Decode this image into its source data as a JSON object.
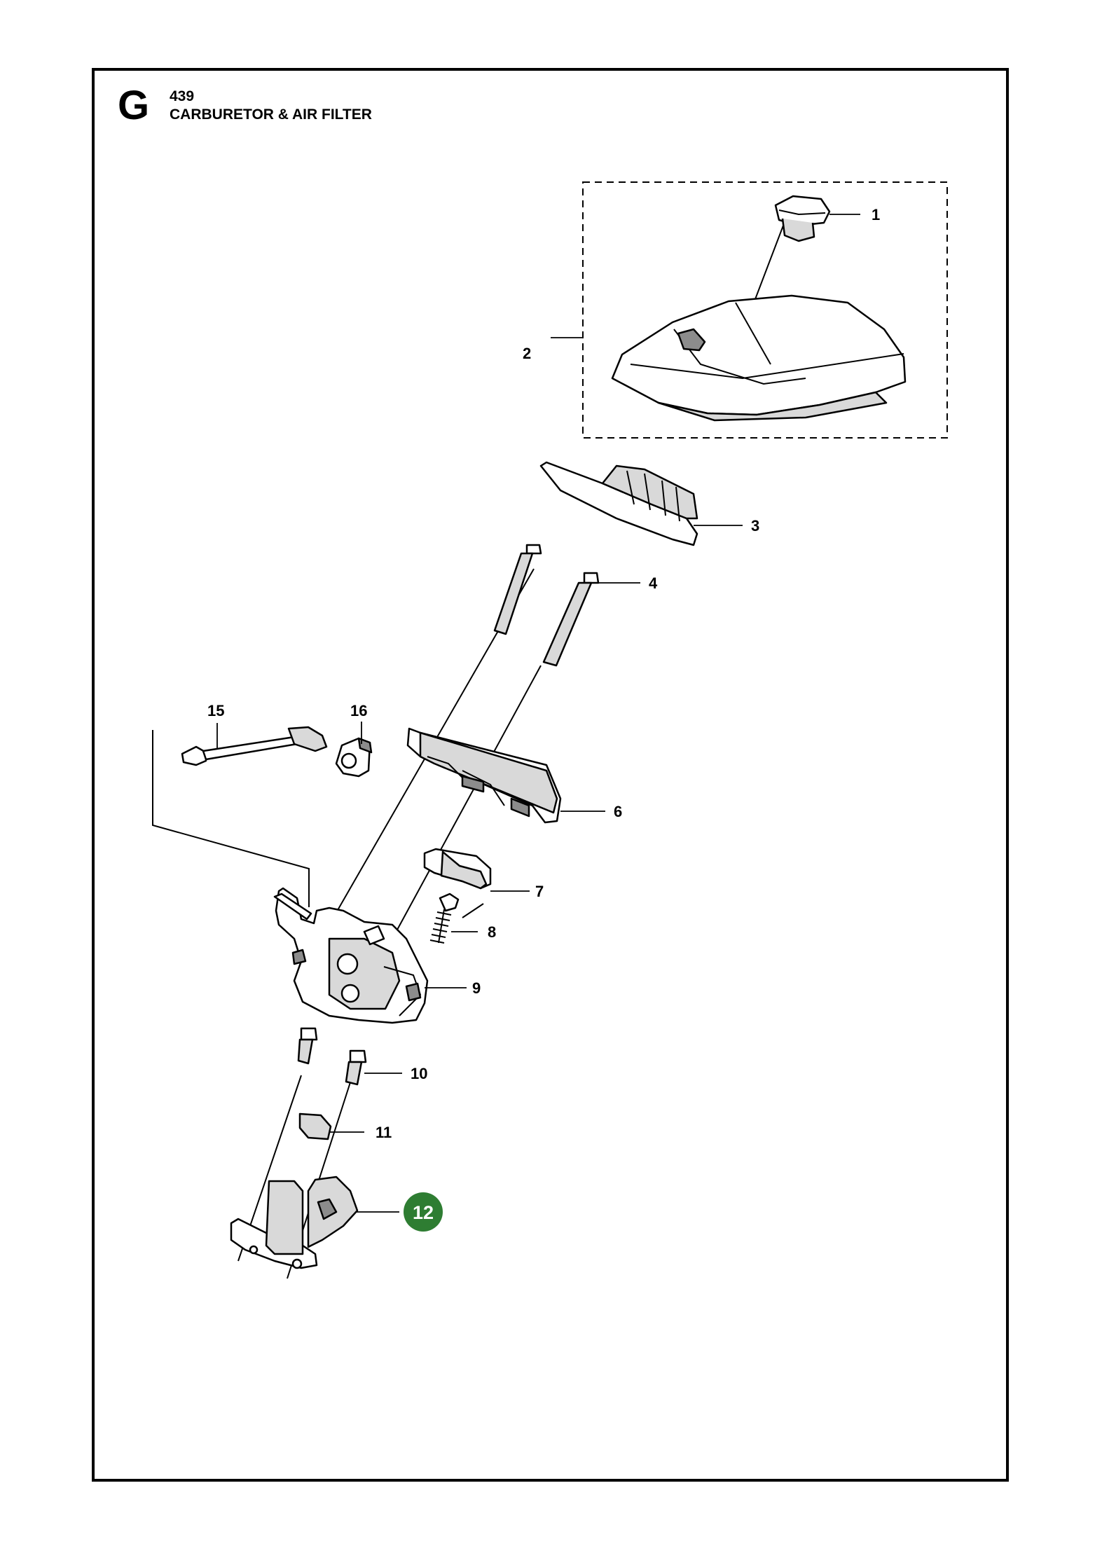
{
  "header": {
    "section_letter": "G",
    "model_number": "439",
    "section_title": "CARBURETOR & AIR FILTER"
  },
  "callouts": {
    "c1": "1",
    "c2": "2",
    "c3": "3",
    "c4": "4",
    "c6": "6",
    "c7": "7",
    "c8": "8",
    "c9": "9",
    "c10": "10",
    "c11": "11",
    "c12": "12",
    "c15": "15",
    "c16": "16"
  },
  "colors": {
    "highlight": "#2e7d32",
    "line": "#000000"
  },
  "highlighted_part": "12"
}
